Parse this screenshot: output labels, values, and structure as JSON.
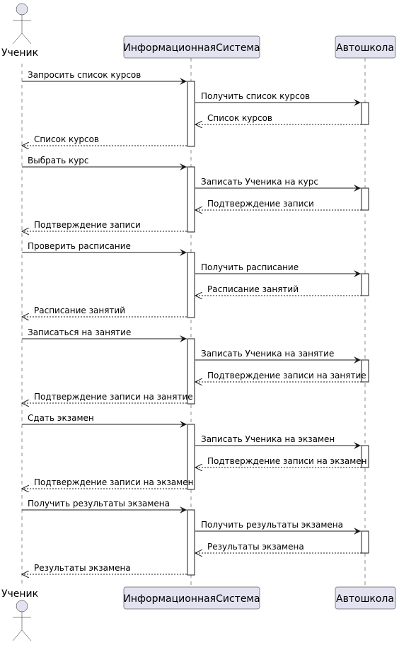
{
  "colors": {
    "participant_fill": "#E2E2F0",
    "participant_stroke": "#181818",
    "lifeline": "#181818",
    "arrow": "#181818",
    "activation_fill": "#FFFFFF"
  },
  "actor": {
    "name": "Ученик"
  },
  "participants": [
    {
      "id": "system",
      "name": "ИнформационнаяСистема"
    },
    {
      "id": "school",
      "name": "Автошкола"
    }
  ],
  "messages": [
    {
      "text": "Запросить список курсов",
      "from": "actor",
      "to": "system",
      "kind": "request"
    },
    {
      "text": "Получить список курсов",
      "from": "system",
      "to": "school",
      "kind": "request"
    },
    {
      "text": "Список курсов",
      "from": "school",
      "to": "system",
      "kind": "return"
    },
    {
      "text": "Список курсов",
      "from": "system",
      "to": "actor",
      "kind": "return"
    },
    {
      "text": "Выбрать курс",
      "from": "actor",
      "to": "system",
      "kind": "request"
    },
    {
      "text": "Записать Ученика на курс",
      "from": "system",
      "to": "school",
      "kind": "request"
    },
    {
      "text": "Подтверждение записи",
      "from": "school",
      "to": "system",
      "kind": "return"
    },
    {
      "text": "Подтверждение записи",
      "from": "system",
      "to": "actor",
      "kind": "return"
    },
    {
      "text": "Проверить расписание",
      "from": "actor",
      "to": "system",
      "kind": "request"
    },
    {
      "text": "Получить расписание",
      "from": "system",
      "to": "school",
      "kind": "request"
    },
    {
      "text": "Расписание занятий",
      "from": "school",
      "to": "system",
      "kind": "return"
    },
    {
      "text": "Расписание занятий",
      "from": "system",
      "to": "actor",
      "kind": "return"
    },
    {
      "text": "Записаться на занятие",
      "from": "actor",
      "to": "system",
      "kind": "request"
    },
    {
      "text": "Записать Ученика на занятие",
      "from": "system",
      "to": "school",
      "kind": "request"
    },
    {
      "text": "Подтверждение записи на занятие",
      "from": "school",
      "to": "system",
      "kind": "return"
    },
    {
      "text": "Подтверждение записи на занятие",
      "from": "system",
      "to": "actor",
      "kind": "return"
    },
    {
      "text": "Сдать экзамен",
      "from": "actor",
      "to": "system",
      "kind": "request"
    },
    {
      "text": "Записать Ученика на экзамен",
      "from": "system",
      "to": "school",
      "kind": "request"
    },
    {
      "text": "Подтверждение записи на экзамен",
      "from": "school",
      "to": "system",
      "kind": "return"
    },
    {
      "text": "Подтверждение записи на экзамен",
      "from": "system",
      "to": "actor",
      "kind": "return"
    },
    {
      "text": "Получить результаты экзамена",
      "from": "actor",
      "to": "system",
      "kind": "request"
    },
    {
      "text": "Получить результаты экзамена",
      "from": "system",
      "to": "school",
      "kind": "request"
    },
    {
      "text": "Результаты экзамена",
      "from": "school",
      "to": "system",
      "kind": "return"
    },
    {
      "text": "Результаты экзамена",
      "from": "system",
      "to": "actor",
      "kind": "return"
    }
  ]
}
